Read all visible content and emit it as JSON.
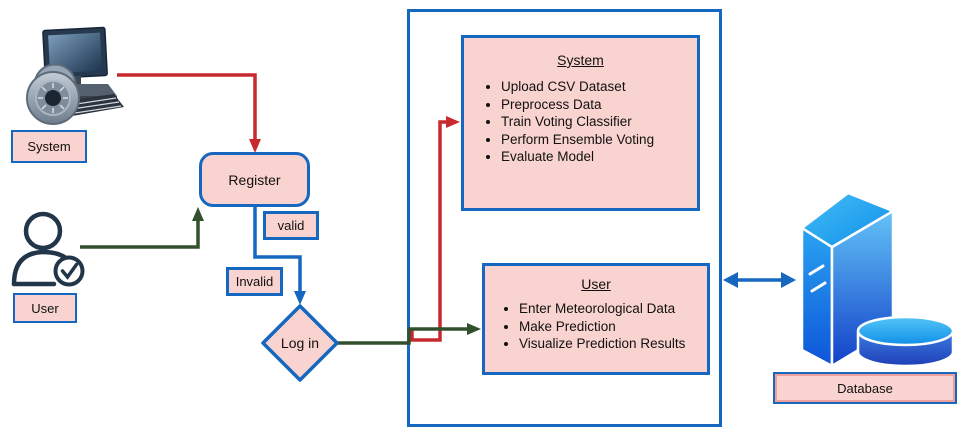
{
  "diagram": {
    "actor_system": {
      "label": "System"
    },
    "actor_user": {
      "label": "User"
    },
    "register": {
      "label": "Register"
    },
    "valid_badge": {
      "label": "valid"
    },
    "invalid_badge": {
      "label": "Invalid"
    },
    "login": {
      "label": "Log in"
    },
    "database": {
      "label": "Database"
    },
    "system_panel": {
      "title": "System",
      "items": [
        "Upload CSV Dataset",
        "Preprocess Data",
        "Train Voting Classifier",
        "Perform Ensemble Voting",
        "Evaluate Model"
      ]
    },
    "user_panel": {
      "title": "User",
      "items": [
        "Enter Meteorological Data",
        "Make Prediction",
        "Visualize Prediction Results"
      ]
    },
    "colors": {
      "line_blue": "#1667bf",
      "fill_pink": "#f9d3cf",
      "line_red": "#c8292e",
      "line_green": "#32502d"
    }
  }
}
